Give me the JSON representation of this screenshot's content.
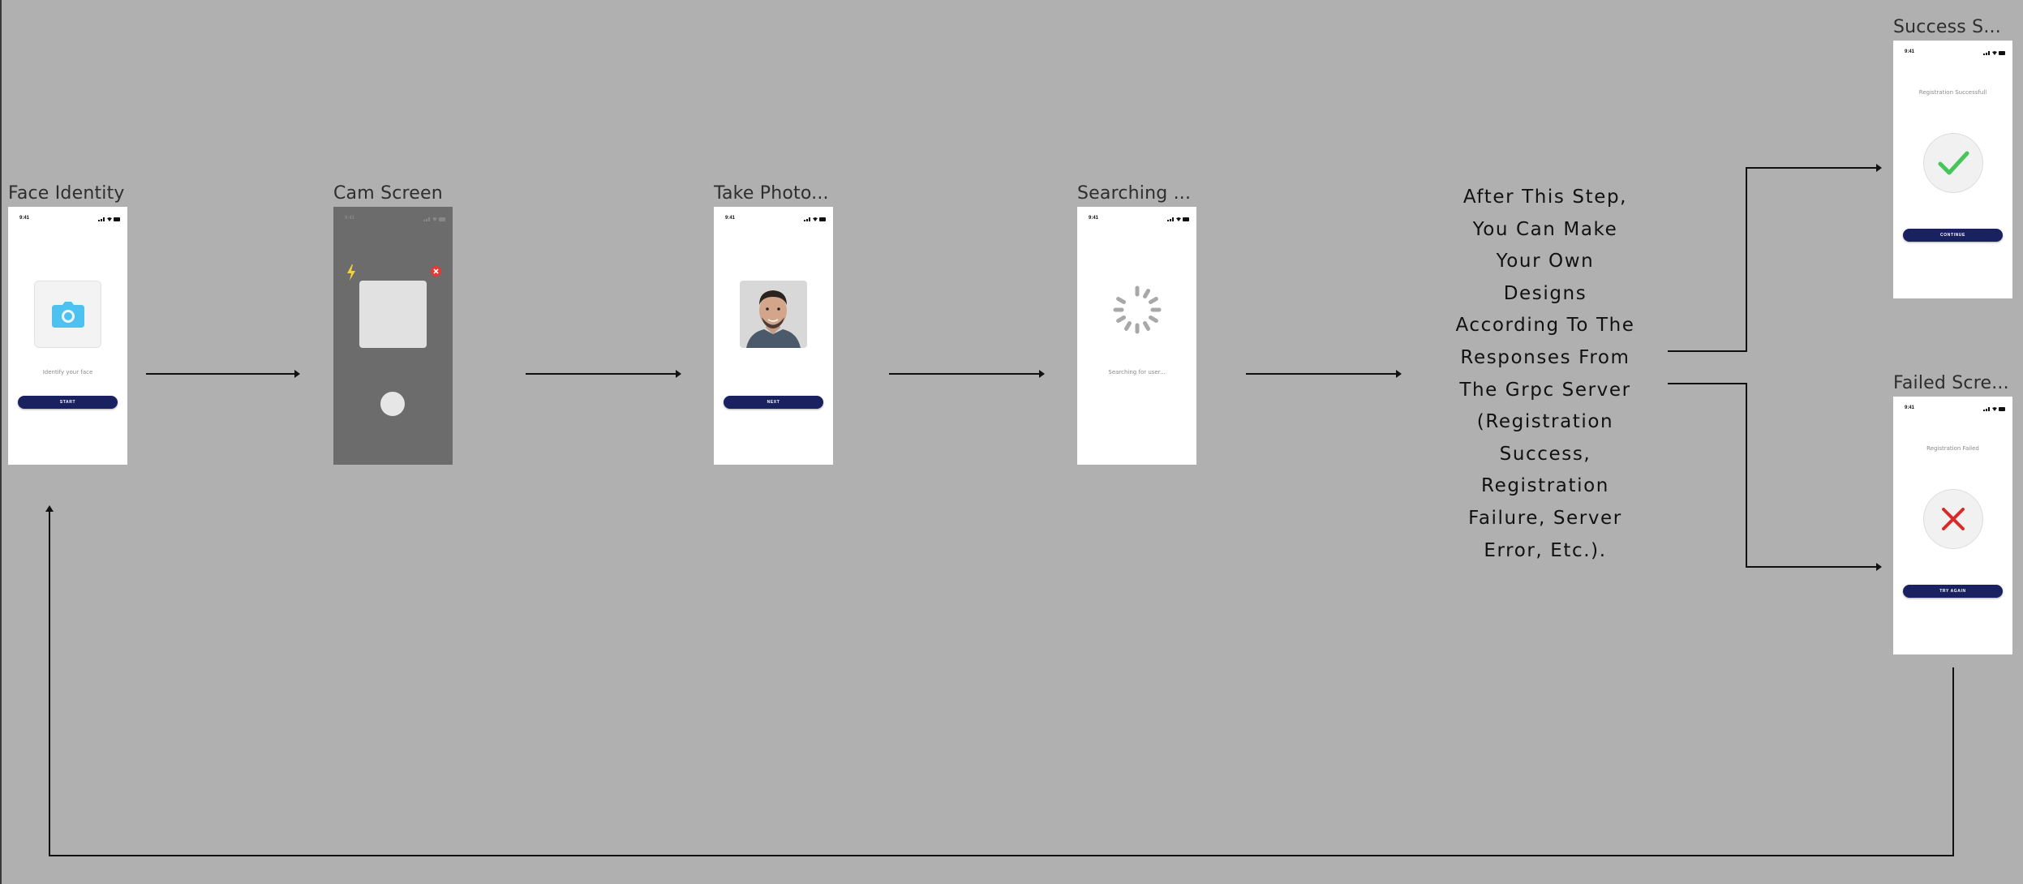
{
  "frames": {
    "face_identity": {
      "title": "Face Identity",
      "time": "9:41",
      "prompt": "Identify your face",
      "button": "START"
    },
    "cam_screen": {
      "title": "Cam Screen",
      "time": "9:41"
    },
    "take_photo": {
      "title": "Take Photo...",
      "time": "9:41",
      "button": "NEXT"
    },
    "searching": {
      "title": "Searching ...",
      "time": "9:41",
      "status": "Searching for user..."
    },
    "success": {
      "title": "Success S...",
      "time": "9:41",
      "message": "Registration Successfull",
      "button": "CONTINUE"
    },
    "failed": {
      "title": "Failed Scre...",
      "time": "9:41",
      "message": "Registration Failed",
      "button": "TRY AGAIN"
    }
  },
  "note": {
    "text": "After This Step, You Can Make Your Own Designs According To The Responses From The Grpc Server (Registration Success, Registration Failure, Server Error, Etc.)."
  },
  "colors": {
    "canvas": "#b0b0b0",
    "button": "#1a2161",
    "success_check": "#45c55a",
    "failure_x": "#d92a2a",
    "camera_icon": "#4dc2f0",
    "flash": "#f4d23a",
    "close_red": "#e53935"
  },
  "icons": [
    "camera-icon",
    "flash-icon",
    "close-icon",
    "shutter-button",
    "spinner-icon",
    "check-icon",
    "x-icon"
  ]
}
